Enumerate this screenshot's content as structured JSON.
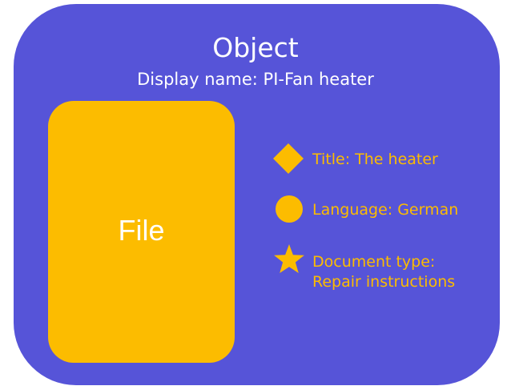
{
  "object": {
    "title": "Object",
    "display_name": "Display name: PI-Fan heater"
  },
  "file": {
    "label": "File"
  },
  "properties": [
    {
      "icon": "diamond-icon",
      "line1": "Title: The heater",
      "line2": ""
    },
    {
      "icon": "circle-icon",
      "line1": "Language: German",
      "line2": ""
    },
    {
      "icon": "star-icon",
      "line1": "Document type:",
      "line2": "Repair instructions"
    }
  ],
  "colors": {
    "object_background": "#5654d8",
    "file_background": "#fcbc00",
    "property_accent": "#fcbc00",
    "title_text": "#ffffff"
  }
}
